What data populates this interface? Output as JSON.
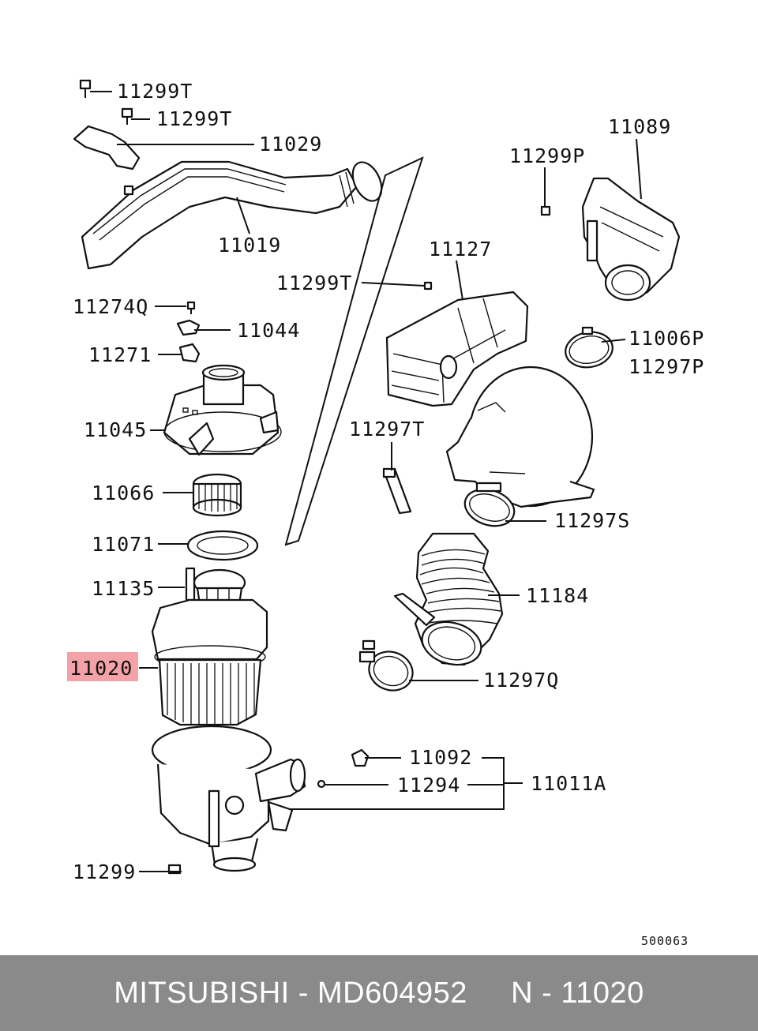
{
  "colors": {
    "footer_bg": "#8a8a8a",
    "highlight": "#f3a3a8",
    "line": "#111111"
  },
  "labels": {
    "p11299T_a": "11299T",
    "p11299T_b": "11299T",
    "p11029": "11029",
    "p11019": "11019",
    "p11299T_c": "11299T",
    "p11274Q": "11274Q",
    "p11044": "11044",
    "p11271": "11271",
    "p11045": "11045",
    "p11066": "11066",
    "p11071": "11071",
    "p11135": "11135",
    "p11020": "11020",
    "p11299": "11299",
    "p11089": "11089",
    "p11299P": "11299P",
    "p11127": "11127",
    "p11006P": "11006P",
    "p11297P": "11297P",
    "p11297T": "11297T",
    "p11297S": "11297S",
    "p11184": "11184",
    "p11297Q": "11297Q",
    "p11092": "11092",
    "p11294": "11294",
    "p11011A": "11011A"
  },
  "diagram_code": "500063",
  "footer": {
    "text": "MITSUBISHI - MD604952     N - 11020"
  }
}
